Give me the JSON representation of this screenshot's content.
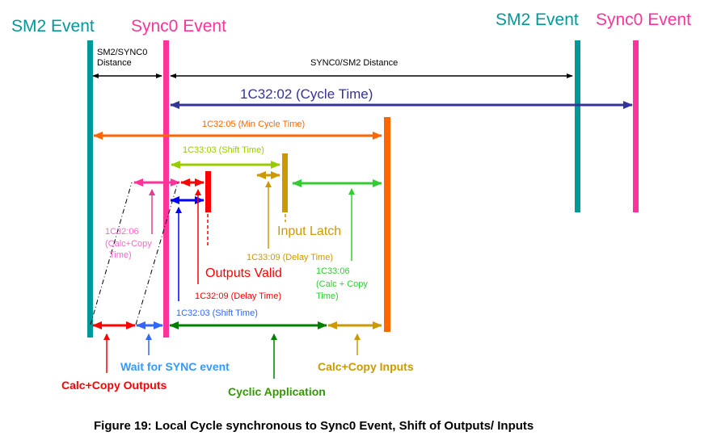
{
  "colors": {
    "sm2": "#00999a",
    "sync0": "#ff3399",
    "black": "#000000",
    "cycle": "#333399",
    "min_cycle": "#ff6600",
    "shift_in": "#99cc00",
    "latch": "#cc9900",
    "calc_in_copy": "#33cc33",
    "outputs": "#ff0000",
    "shift_out": "#0000ff",
    "calc_copy_time": "#ff3399",
    "wait": "#3366ff",
    "cyclic": "#008000",
    "wait_label": "#3399ff"
  },
  "events": {
    "sm2_left": "SM2 Event",
    "sync0_left": "Sync0 Event",
    "sm2_right": "SM2 Event",
    "sync0_right": "Sync0 Event"
  },
  "distances": {
    "sm2_sync0_line1": "SM2/SYNC0",
    "sm2_sync0_line2": "Distance",
    "sync0_sm2": "SYNC0/SM2 Distance"
  },
  "timings": {
    "cycle_time": "1C32:02 (Cycle Time)",
    "min_cycle_time": "1C32:05 (Min Cycle Time)",
    "input_shift_time": "1C33:03 (Shift Time)",
    "output_calc_copy_line1": "1C32:06",
    "output_calc_copy_line2": "(Calc+Copy",
    "output_calc_copy_line3": "Time)",
    "outputs_valid": "Outputs Valid",
    "output_delay_time": "1C32:09 (Delay Time)",
    "output_shift_time": "1C32:03 (Shift Time)",
    "input_latch": "Input Latch",
    "input_delay_time": "1C33:09 (Delay Time)",
    "input_calc_copy_line1": "1C33:06",
    "input_calc_copy_line2": "(Calc + Copy",
    "input_calc_copy_line3": "Time)"
  },
  "phases": {
    "calc_copy_outputs": "Calc+Copy Outputs",
    "wait_for_sync": "Wait for SYNC event",
    "cyclic_application": "Cyclic Application",
    "calc_copy_inputs": "Calc+Copy Inputs"
  },
  "caption": "Figure 19: Local Cycle synchronous to Sync0 Event, Shift of Outputs/ Inputs"
}
